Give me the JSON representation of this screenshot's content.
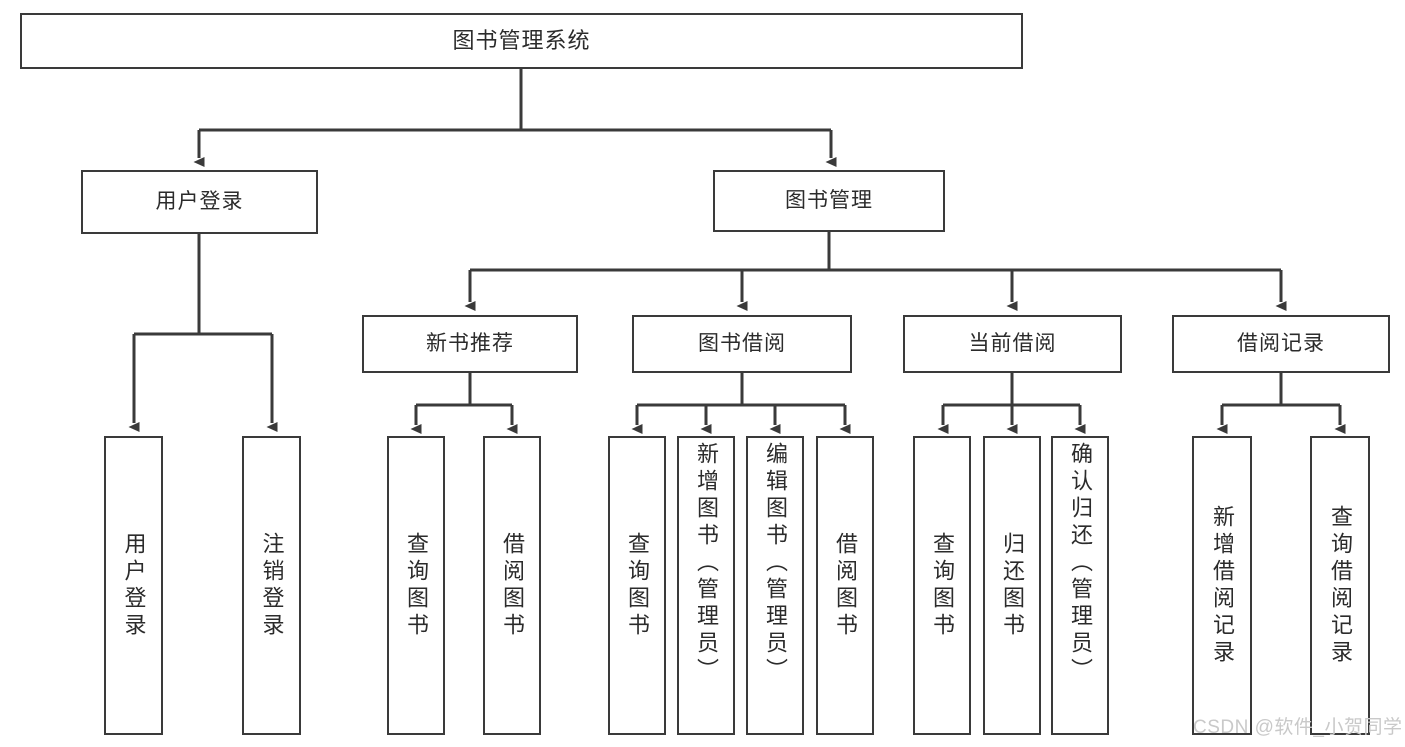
{
  "diagram": {
    "type": "tree-hierarchy-chart",
    "title": "图书管理系统",
    "colors": {
      "background": "#ffffff",
      "box_border": "#3a3a3a",
      "box_fill": "#ffffff",
      "text": "#2b2b2b",
      "connector": "#3a3a3a",
      "watermark": "#c9c9c9"
    },
    "watermark": "CSDN @软件_小贺同学",
    "nodes": {
      "root": {
        "label": "图书管理系统"
      },
      "level1": [
        {
          "label": "用户登录"
        },
        {
          "label": "图书管理"
        }
      ],
      "level2": [
        {
          "label": "新书推荐"
        },
        {
          "label": "图书借阅"
        },
        {
          "label": "当前借阅"
        },
        {
          "label": "借阅记录"
        }
      ],
      "leaves_user_login": [
        {
          "label": "用户登录"
        },
        {
          "label": "注销登录"
        }
      ],
      "leaves_new_book": [
        {
          "label": "查询图书"
        },
        {
          "label": "借阅图书"
        }
      ],
      "leaves_borrow": [
        {
          "label": "查询图书"
        },
        {
          "label": "新增图书（管理员）"
        },
        {
          "label": "编辑图书（管理员）"
        },
        {
          "label": "借阅图书"
        }
      ],
      "leaves_current": [
        {
          "label": "查询图书"
        },
        {
          "label": "归还图书"
        },
        {
          "label": "确认归还（管理员）"
        }
      ],
      "leaves_records": [
        {
          "label": "新增借阅记录"
        },
        {
          "label": "查询借阅记录"
        }
      ]
    }
  }
}
